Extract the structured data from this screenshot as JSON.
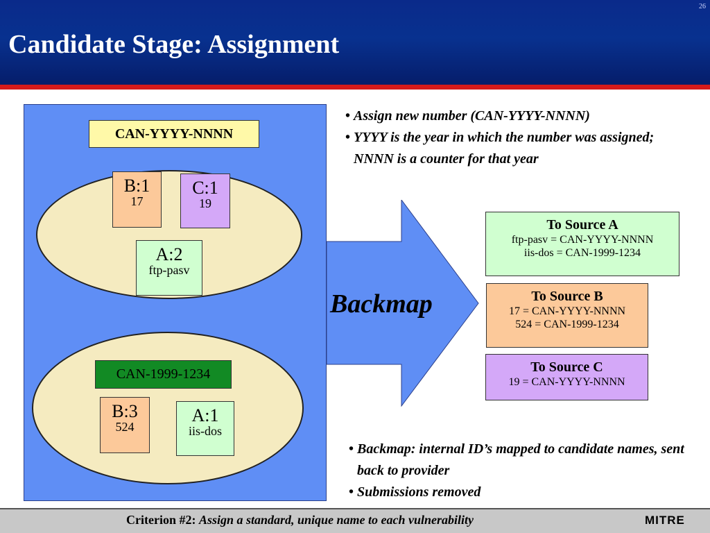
{
  "header": {
    "title": "Candidate Stage: Assignment",
    "page_number": "26"
  },
  "left_panel": {
    "can_label": "CAN-YYYY-NNNN",
    "group1": {
      "b1": {
        "label": "B:1",
        "sub": "17"
      },
      "c1": {
        "label": "C:1",
        "sub": "19"
      },
      "a2": {
        "label": "A:2",
        "sub": "ftp-pasv"
      }
    },
    "group2": {
      "can_label": "CAN-1999-1234",
      "b3": {
        "label": "B:3",
        "sub": "524"
      },
      "a1": {
        "label": "A:1",
        "sub": "iis-dos"
      }
    }
  },
  "bullets_top": [
    "Assign new number (CAN-YYYY-NNNN)",
    "YYYY is the year in which the number was assigned; NNNN is a counter for that year"
  ],
  "arrow_label": "Backmap",
  "sources": {
    "a": {
      "title": "To Source A",
      "lines": [
        "ftp-pasv = CAN-YYYY-NNNN",
        "iis-dos = CAN-1999-1234"
      ]
    },
    "b": {
      "title": "To Source B",
      "lines": [
        "17 = CAN-YYYY-NNNN",
        "524 = CAN-1999-1234"
      ]
    },
    "c": {
      "title": "To Source C",
      "lines": [
        "19 = CAN-YYYY-NNNN"
      ]
    }
  },
  "bullets_bottom": [
    "Backmap: internal ID’s mapped to candidate names, sent back to provider",
    "Submissions removed"
  ],
  "footer": {
    "label": "Criterion #2:",
    "value": "Assign a standard, unique name to each vulnerability",
    "logo": "MITRE"
  },
  "colors": {
    "header": "#08318f",
    "header_stripe": "#d61a1a",
    "panel": "#5f8ef5",
    "ellipse": "#f5ebc0",
    "orange": "#fcc99a",
    "purple": "#d4a8f8",
    "green_light": "#d0ffd0",
    "green_dark": "#128a24",
    "yellow": "#fff9a8"
  }
}
